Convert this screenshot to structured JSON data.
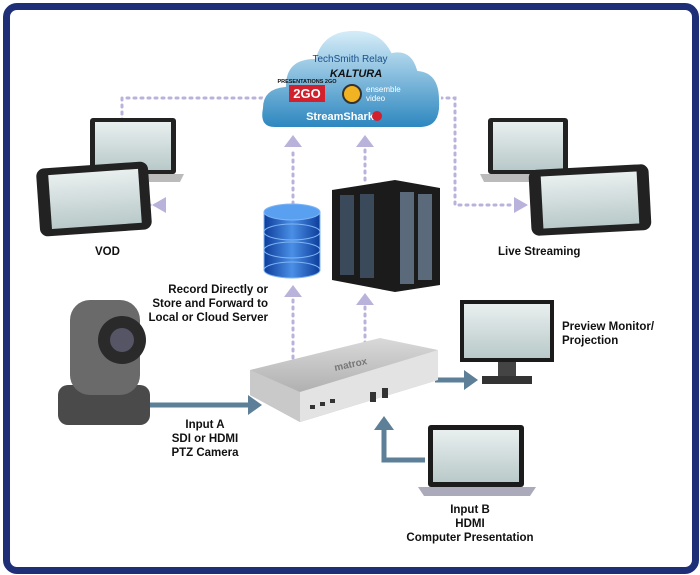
{
  "cloud": {
    "services": [
      "TechSmith Relay",
      "KALTURA",
      "PRESENTATIONS 2GO",
      "ensemble video",
      "StreamShark"
    ]
  },
  "labels": {
    "vod": "VOD",
    "live_streaming": "Live Streaming",
    "record": [
      "Record Directly or",
      "Store and Forward to",
      "Local or Cloud Server"
    ],
    "preview": [
      "Preview Monitor/",
      "Projection"
    ],
    "input_a": [
      "Input A",
      "SDI or HDMI",
      "PTZ Camera"
    ],
    "input_b": [
      "Input B",
      "HDMI",
      "Computer Presentation"
    ],
    "device_brand": "matrox"
  },
  "colors": {
    "frame": "#1e2f78",
    "arrow_solid": "#5d7f98",
    "arrow_dotted": "#b9b3dc"
  }
}
